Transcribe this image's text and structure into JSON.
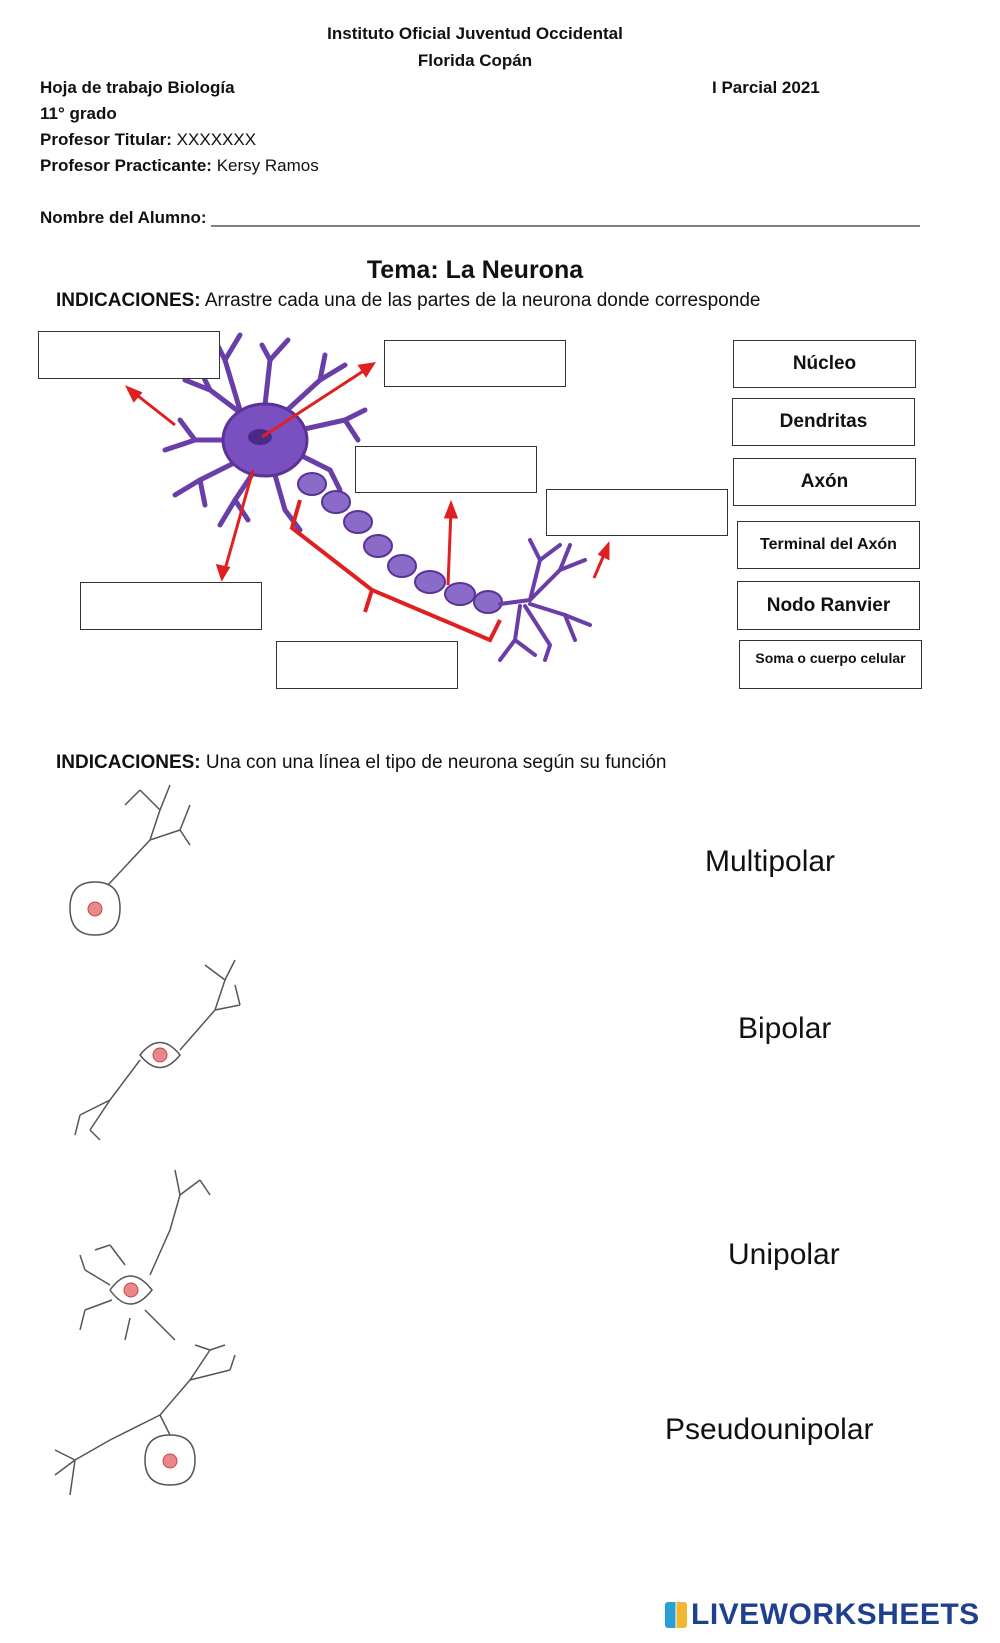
{
  "header": {
    "institute": "Instituto Oficial Juventud Occidental",
    "city": "Florida Copán",
    "worksheet": "Hoja de trabajo Biología",
    "term": "I Parcial 2021",
    "grade": "11° grado",
    "teacher_label": "Profesor Titular:",
    "teacher_value": "XXXXXXX",
    "intern_label": "Profesor Practicante:",
    "intern_value": "Kersy Ramos",
    "student_label": "Nombre del Alumno:",
    "student_line": "___________________________________________________________________________"
  },
  "section1": {
    "title": "Tema: La Neurona",
    "instr_label": "INDICACIONES:",
    "instr_text": "Arrastre cada una de las partes de la neurona donde corresponde",
    "options": [
      "Núcleo",
      "Dendritas",
      "Axón",
      "Terminal del Axón",
      "Nodo Ranvier",
      "Soma o cuerpo celular"
    ]
  },
  "section2": {
    "instr_label": "INDICACIONES:",
    "instr_text": "Una con una línea el tipo de neurona según su función",
    "types": [
      "Multipolar",
      "Bipolar",
      "Unipolar",
      "Pseudounipolar"
    ]
  },
  "footer": {
    "logo_text": "LIVEWORKSHEETS"
  },
  "colors": {
    "neuron": "#7a4fc0",
    "arrow": "#e02020",
    "logo": "#1f3f8f"
  }
}
